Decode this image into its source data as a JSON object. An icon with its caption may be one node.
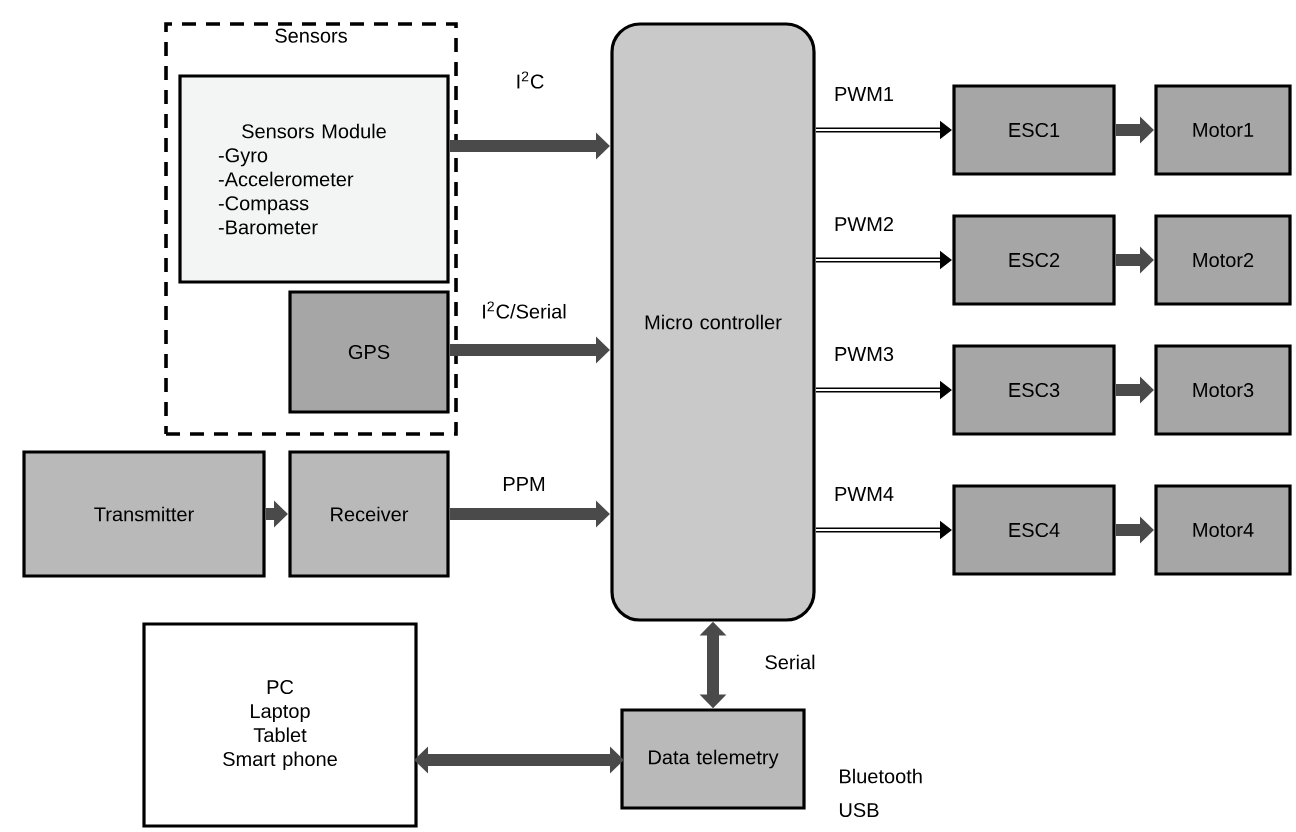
{
  "diagram": {
    "nodes": [
      {
        "text": [
          "Sensors"
        ]
      },
      {
        "text": [
          "Sensors Module",
          "-Gyro",
          "-Accelerometer",
          "-Compass",
          "-Barometer"
        ],
        "in": 0
      },
      {
        "text": [
          "GPS"
        ],
        "in": 0
      },
      {
        "text": [
          "Micro controller"
        ]
      },
      {
        "text": [
          "ESC1"
        ]
      },
      {
        "text": [
          "Motor1"
        ]
      },
      {
        "text": [
          "ESC2"
        ]
      },
      {
        "text": [
          "Motor2"
        ]
      },
      {
        "text": [
          "ESC3"
        ]
      },
      {
        "text": [
          "Motor3"
        ]
      },
      {
        "text": [
          "ESC4"
        ]
      },
      {
        "text": [
          "Motor4"
        ]
      },
      {
        "text": [
          "Transmitter"
        ]
      },
      {
        "text": [
          "Receiver"
        ]
      },
      {
        "text": [
          "PC",
          "Laptop",
          "Tablet",
          "Smart phone"
        ]
      },
      {
        "text": [
          "Data telemetry"
        ],
        "beside": [
          "Bluetooth",
          "USB"
        ]
      }
    ],
    "edges": [
      {
        "from": 1,
        "to": 3,
        "arrow": "to",
        "label": "I$^{2}$C"
      },
      {
        "from": 2,
        "to": 3,
        "arrow": "to",
        "label": "I$^{2}$C/Serial"
      },
      {
        "from": 12,
        "to": 13,
        "arrow": "to"
      },
      {
        "from": 13,
        "to": 3,
        "arrow": "to",
        "label": "PPM"
      },
      {
        "from": 3,
        "to": 4,
        "arrow": "to",
        "label": "PWM1",
        "color": "#000000"
      },
      {
        "from": 4,
        "to": 5,
        "arrow": "to"
      },
      {
        "from": 3,
        "to": 6,
        "arrow": "to",
        "label": "PWM2",
        "color": "#000000"
      },
      {
        "from": 6,
        "to": 7,
        "arrow": "to"
      },
      {
        "from": 3,
        "to": 8,
        "arrow": "to",
        "label": "PWM3",
        "color": "#000000"
      },
      {
        "from": 8,
        "to": 9,
        "arrow": "to"
      },
      {
        "from": 3,
        "to": 10,
        "arrow": "to",
        "label": "PWM4",
        "color": "#000000"
      },
      {
        "from": 10,
        "to": 11,
        "arrow": "to"
      },
      {
        "from": 3,
        "to": 15,
        "arrow": "both",
        "label": "Serial"
      },
      {
        "from": 15,
        "to": 14,
        "arrow": "both"
      }
    ]
  }
}
